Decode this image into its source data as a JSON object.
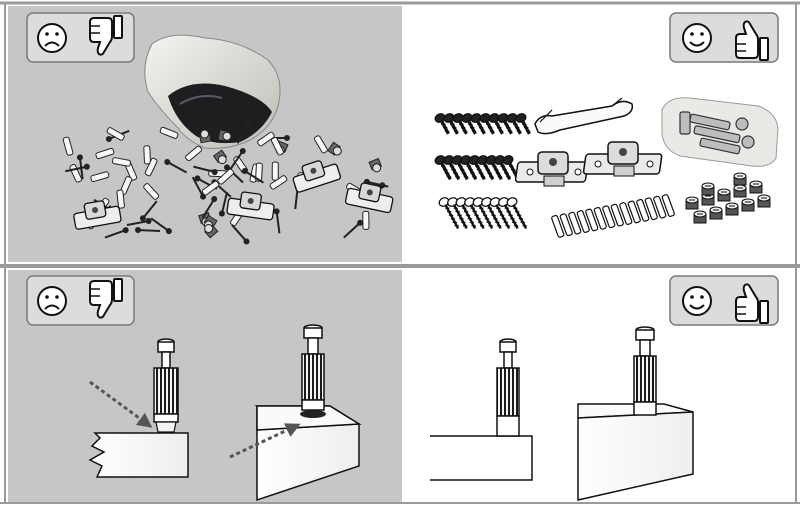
{
  "panels": [
    {
      "id": "top-left",
      "verdict": "bad",
      "badge_icons": [
        "frown-face-icon",
        "thumbs-down-icon"
      ],
      "subject": "loose-hardware-pile"
    },
    {
      "id": "top-right",
      "verdict": "good",
      "badge_icons": [
        "smile-face-icon",
        "thumbs-up-icon"
      ],
      "subject": "sorted-hardware-set"
    },
    {
      "id": "bottom-left",
      "verdict": "bad",
      "badge_icons": [
        "frown-face-icon",
        "thumbs-down-icon"
      ],
      "subject": "dowel-with-gap"
    },
    {
      "id": "bottom-right",
      "verdict": "good",
      "badge_icons": [
        "smile-face-icon",
        "thumbs-up-icon"
      ],
      "subject": "dowel-flush"
    }
  ],
  "colors": {
    "bad_bg": "#c6c6c6",
    "good_bg": "#ffffff",
    "badge_fill": "#dcdcdc",
    "badge_stroke": "#7a7a7a",
    "frame": "#9a9a9a",
    "ink": "#111111",
    "arrow": "#555555"
  }
}
